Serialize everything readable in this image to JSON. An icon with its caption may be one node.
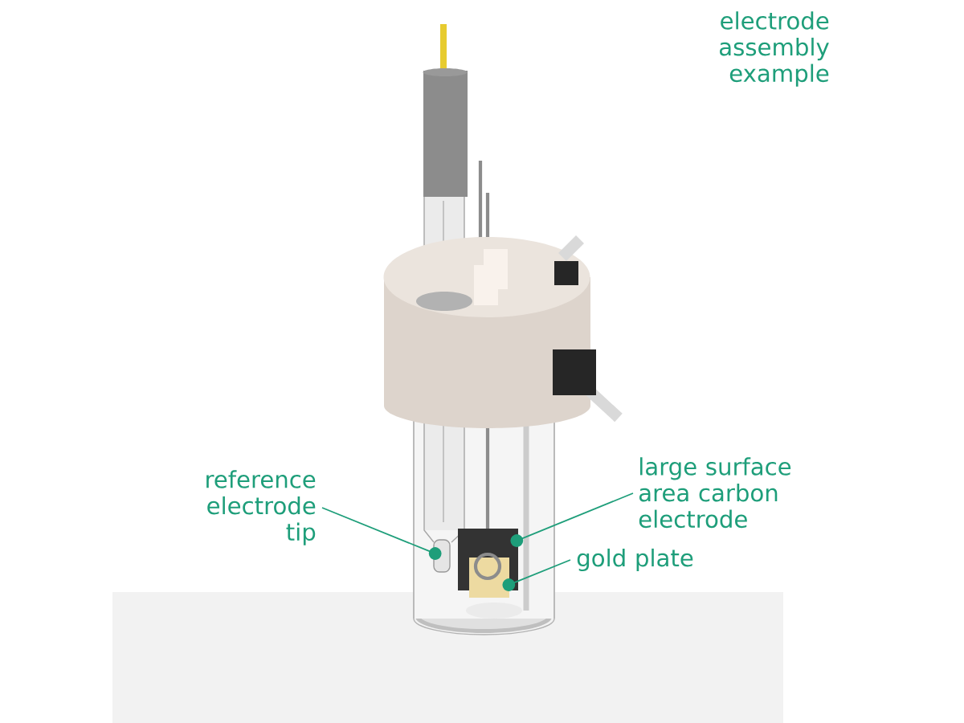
{
  "diagram": {
    "nodes": [
      {
        "text": [
          "reference electrode tip"
        ]
      },
      {
        "text": [
          "large surface area carbon electrode"
        ]
      },
      {
        "text": [
          "gold plate"
        ]
      },
      {
        "text": [],
        "shape": "cylinder"
      },
      {
        "text": [],
        "shape": "box"
      },
      {
        "text": [],
        "shape": "box"
      }
    ],
    "edges": [
      {
        "from": 0,
        "to": 3,
        "arrow": "other"
      },
      {
        "from": 1,
        "to": 4,
        "arrow": "other"
      },
      {
        "from": 2,
        "to": 5,
        "arrow": "other"
      }
    ],
    "labels": [
      "electrode assembly example"
    ]
  }
}
